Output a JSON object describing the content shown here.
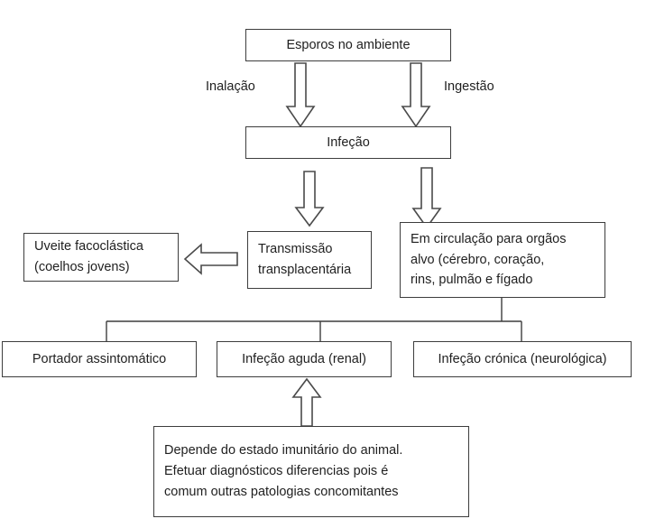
{
  "diagram": {
    "title_text": "Esporos no ambiente",
    "nodes": {
      "spores": {
        "line1": "Esporos no ambiente"
      },
      "infection": {
        "line1": "Infeção"
      },
      "uveitis": {
        "line1": "Uveite facoclástica",
        "line2": "(coelhos jovens)"
      },
      "transplacental": {
        "line1": "Transmissão",
        "line2": "transplacentária"
      },
      "circulation": {
        "line1": "Em circulação para orgãos",
        "line2": "alvo (cérebro, coração,",
        "line3": "rins, pulmão e fígado"
      },
      "asymptomatic": {
        "line1": "Portador assintomático"
      },
      "acute": {
        "line1": "Infeção aguda (renal)"
      },
      "chronic": {
        "line1": "Infeção crónica (neurológica)"
      },
      "note": {
        "line1": "Depende do estado imunitário do animal.",
        "line2": "Efetuar diagnósticos diferencias pois é",
        "line3": "comum outras patologias concomitantes"
      }
    },
    "edge_labels": {
      "inhalation": "Inalação",
      "ingestion": "Ingestão"
    },
    "colors": {
      "stroke": "#3d3d3d",
      "arrow_stroke": "#4a4a4a",
      "text": "#1f1f1f",
      "background": "#ffffff"
    }
  }
}
